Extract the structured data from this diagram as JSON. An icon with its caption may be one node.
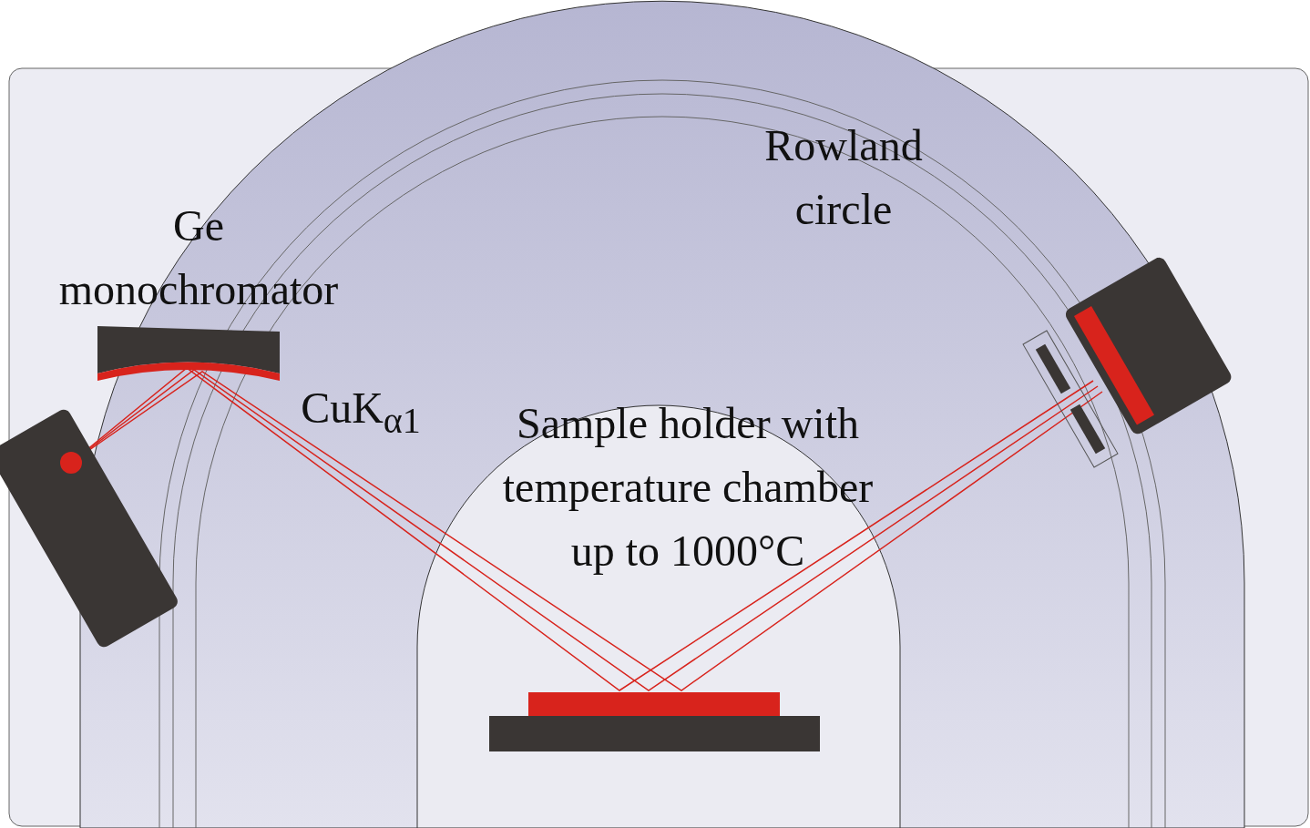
{
  "diagram": {
    "labels": [
      "Rowland circle",
      "Ge monochromator",
      "CuK$_{α1}$",
      "Sample holder with temperature chamber up to 1000°C"
    ]
  }
}
